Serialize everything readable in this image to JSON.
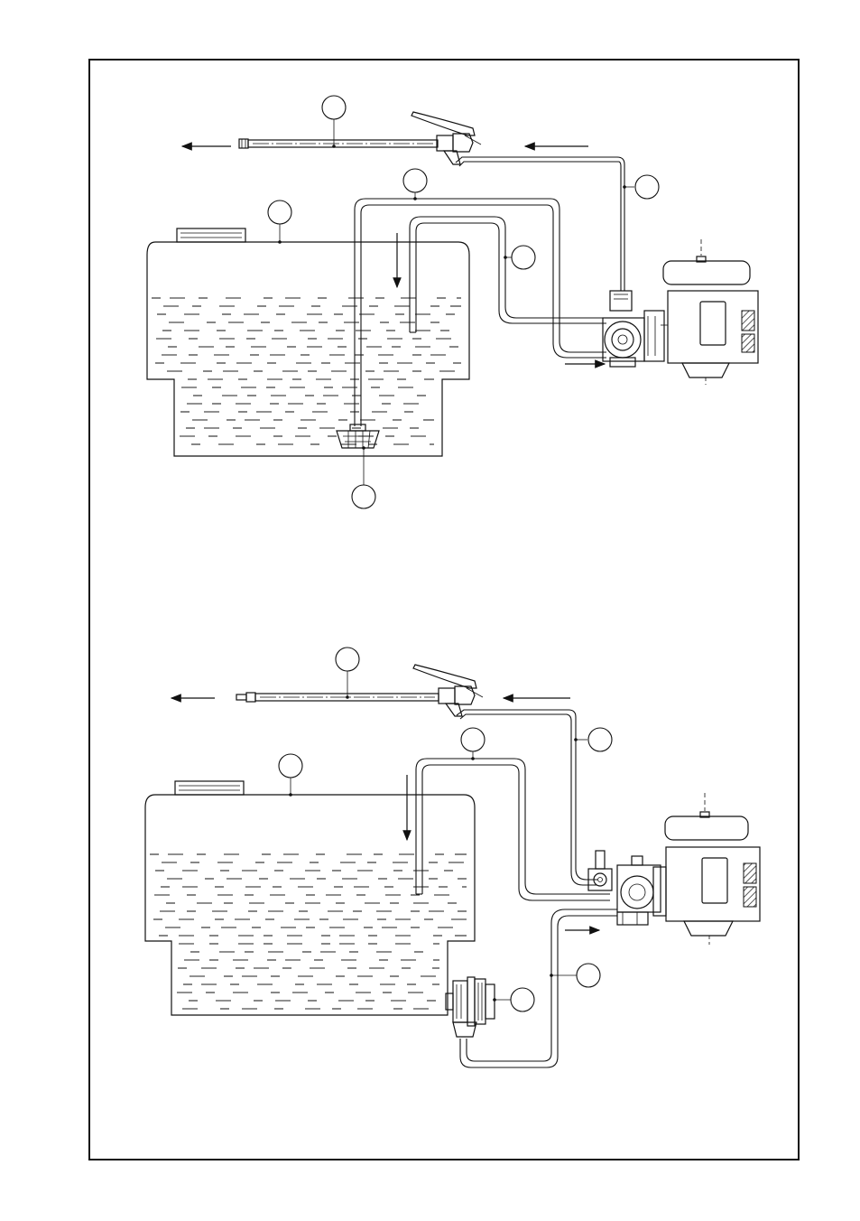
{
  "figure": {
    "panels": [
      {
        "id": "upper",
        "callouts": [
          "",
          "",
          "",
          "",
          "",
          ""
        ]
      },
      {
        "id": "lower",
        "callouts": [
          "",
          "",
          "",
          "",
          "",
          ""
        ]
      }
    ],
    "colors": {
      "line": "#111111",
      "background": "#ffffff"
    },
    "icons": [
      "tank",
      "spray-gun",
      "lance",
      "pump",
      "engine",
      "suction-filter",
      "flow-arrow"
    ]
  }
}
